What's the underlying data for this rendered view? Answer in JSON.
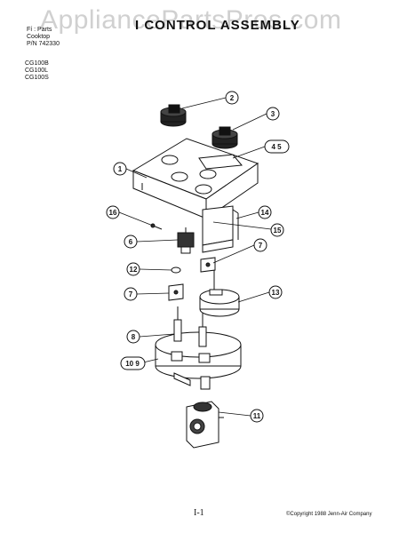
{
  "watermark": "AppliancePartsPros.com",
  "header": {
    "line1": "Fí : Parts",
    "line2": "Cooktop",
    "line3": "P/N 742330"
  },
  "title": "I CONTROL ASSEMBLY",
  "models": [
    "CG100B",
    "CG100L",
    "CG100S"
  ],
  "callouts": [
    {
      "id": "c2",
      "label": "2"
    },
    {
      "id": "c3",
      "label": "3"
    },
    {
      "id": "c45",
      "label": "4 5"
    },
    {
      "id": "c1",
      "label": "1"
    },
    {
      "id": "c16",
      "label": "16"
    },
    {
      "id": "c14",
      "label": "14"
    },
    {
      "id": "c15",
      "label": "15"
    },
    {
      "id": "c6",
      "label": "6"
    },
    {
      "id": "c7a",
      "label": "7"
    },
    {
      "id": "c12",
      "label": "12"
    },
    {
      "id": "c7b",
      "label": "7"
    },
    {
      "id": "c13",
      "label": "13"
    },
    {
      "id": "c8",
      "label": "8"
    },
    {
      "id": "c109",
      "label": "10 9"
    },
    {
      "id": "c11",
      "label": "11"
    }
  ],
  "footer": {
    "page": "I-1",
    "copyright": "©Copyright 1988 Jenn-Air Company"
  }
}
